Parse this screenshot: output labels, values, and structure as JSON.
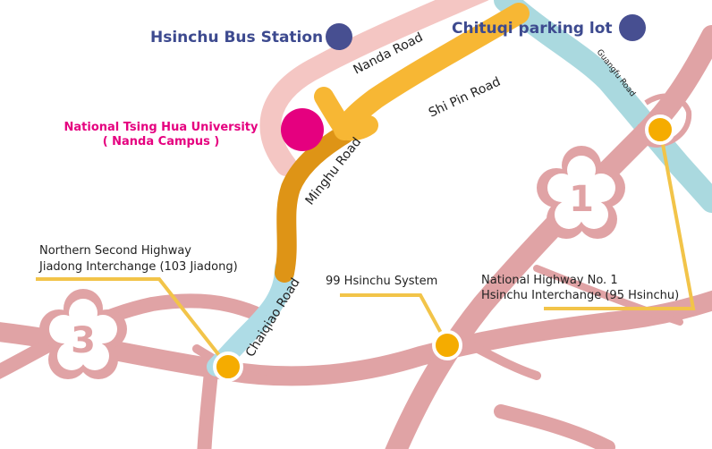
{
  "colors": {
    "highway": "#E0A3A5",
    "highway_light": "#F4C6C3",
    "guangfu": "#AAD9DF",
    "chaiqiao": "#AEDCE6",
    "shipin": "#F7B734",
    "minghu": "#DE9416",
    "connector": "#F2C449",
    "interchange": "#F5AC00",
    "station": "#474F91",
    "label_blue": "#3D4A8F",
    "university": "#E5007F"
  },
  "places": {
    "bus_station": "Hsinchu Bus Station",
    "parking_lot": "Chituqi parking lot",
    "university_line1": "National Tsing Hua University",
    "university_line2": "( Nanda Campus )"
  },
  "roads": {
    "nanda": "Nanda Road",
    "shipin": "Shi Pin Road",
    "minghu": "Minghu Road",
    "chaiqiao": "Chaiqiao Road",
    "guangfu": "Guangfu Road"
  },
  "highways": {
    "route1": "1",
    "route3": "3"
  },
  "interchanges": {
    "jiadong_line1": "Northern Second Highway",
    "jiadong_line2": "Jiadong Interchange (103 Jiadong)",
    "system": "99 Hsinchu System",
    "hsinchu_line1": "National Highway No. 1",
    "hsinchu_line2": "Hsinchu Interchange (95 Hsinchu)"
  }
}
